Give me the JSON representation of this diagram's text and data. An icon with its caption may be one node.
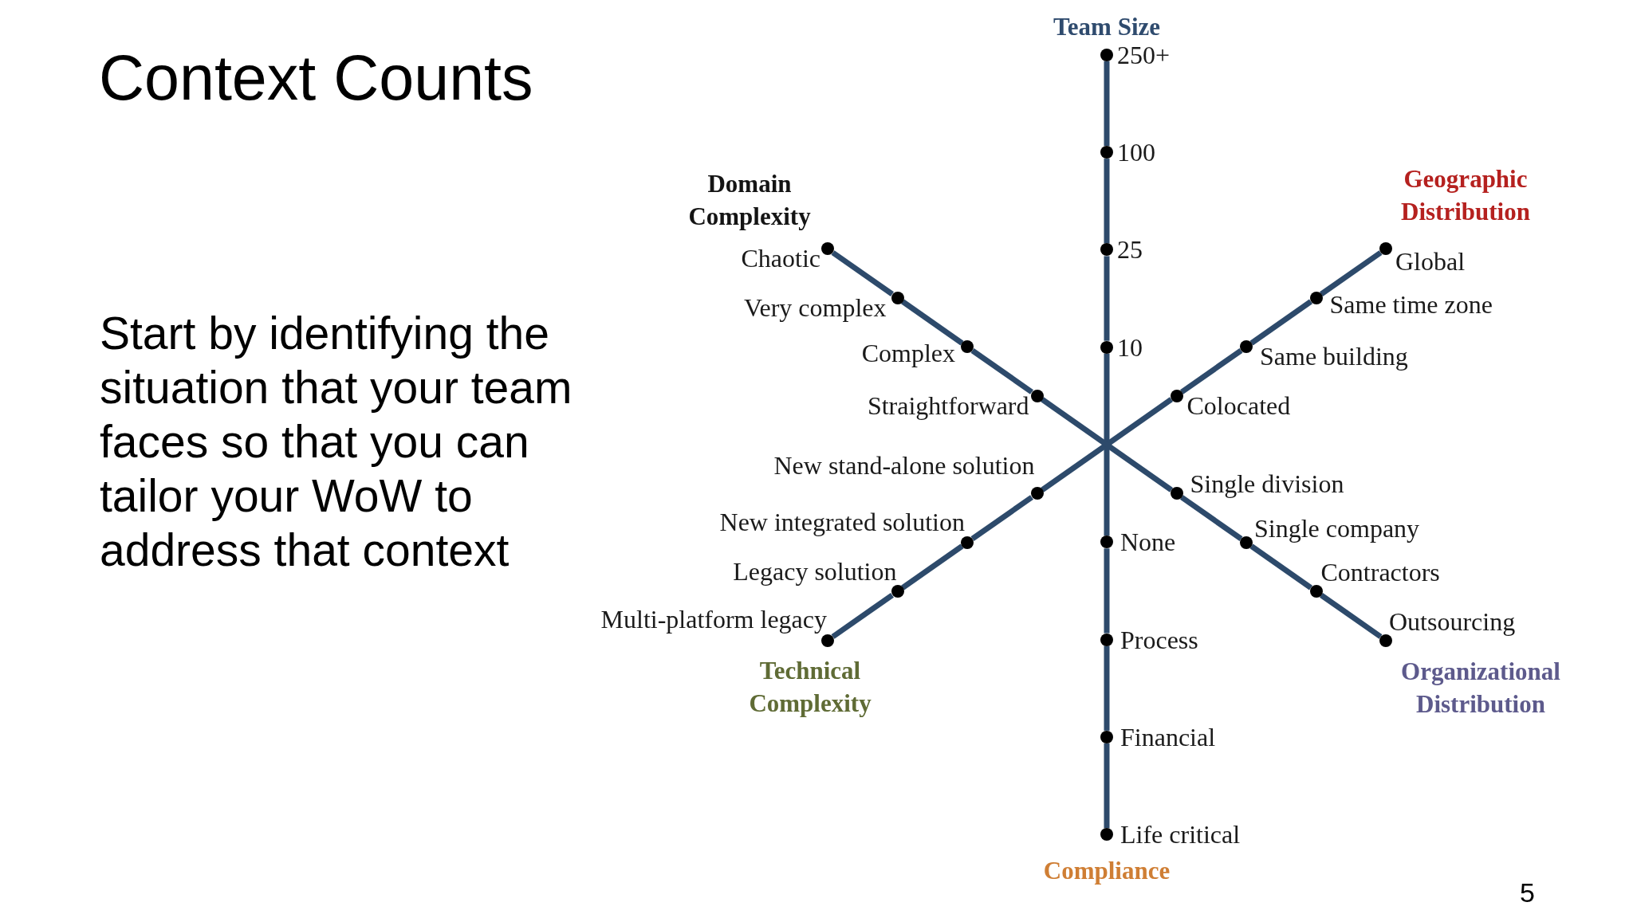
{
  "diagram": {
    "title": "Context Counts",
    "nodes": [
      {
        "text": [],
        "shape": "circle",
        "beside": [
          "250+"
        ]
      },
      {
        "text": [],
        "shape": "circle",
        "beside": [
          "100"
        ]
      },
      {
        "text": [],
        "shape": "circle",
        "beside": [
          "25"
        ]
      },
      {
        "text": [],
        "shape": "circle",
        "beside": [
          "10"
        ]
      },
      {
        "text": [],
        "shape": "circle",
        "beside": [
          "Global"
        ]
      },
      {
        "text": [],
        "shape": "circle",
        "beside": [
          "Same time zone"
        ]
      },
      {
        "text": [],
        "shape": "circle",
        "beside": [
          "Same building"
        ]
      },
      {
        "text": [],
        "shape": "circle",
        "beside": [
          "Colocated"
        ]
      },
      {
        "text": [],
        "shape": "circle",
        "beside": [
          "Chaotic"
        ]
      },
      {
        "text": [],
        "shape": "circle",
        "beside": [
          "Very complex"
        ]
      },
      {
        "text": [],
        "shape": "circle",
        "beside": [
          "Complex"
        ]
      },
      {
        "text": [],
        "shape": "circle",
        "beside": [
          "Straightforward"
        ]
      },
      {
        "text": [],
        "shape": "circle",
        "beside": [
          "New stand-alone solution"
        ]
      },
      {
        "text": [],
        "shape": "circle",
        "beside": [
          "New integrated solution"
        ]
      },
      {
        "text": [],
        "shape": "circle",
        "beside": [
          "Legacy solution"
        ]
      },
      {
        "text": [],
        "shape": "circle",
        "beside": [
          "Multi-platform legacy"
        ]
      },
      {
        "text": [],
        "shape": "circle",
        "beside": [
          "Single division"
        ]
      },
      {
        "text": [],
        "shape": "circle",
        "beside": [
          "Single company"
        ]
      },
      {
        "text": [],
        "shape": "circle",
        "beside": [
          "Contractors"
        ]
      },
      {
        "text": [],
        "shape": "circle",
        "beside": [
          "Outsourcing"
        ]
      },
      {
        "text": [],
        "shape": "circle",
        "beside": [
          "None"
        ]
      },
      {
        "text": [],
        "shape": "circle",
        "beside": [
          "Process"
        ]
      },
      {
        "text": [],
        "shape": "circle",
        "beside": [
          "Financial"
        ]
      },
      {
        "text": [],
        "shape": "circle",
        "beside": [
          "Life critical"
        ]
      }
    ],
    "edges": [
      {
        "from": 0,
        "to": 1,
        "arrow": "none"
      },
      {
        "from": 1,
        "to": 2,
        "arrow": "none"
      },
      {
        "from": 2,
        "to": 3,
        "arrow": "none"
      },
      {
        "from": 3,
        "to": 20,
        "arrow": "none"
      },
      {
        "from": 20,
        "to": 21,
        "arrow": "none"
      },
      {
        "from": 21,
        "to": 22,
        "arrow": "none"
      },
      {
        "from": 22,
        "to": 23,
        "arrow": "none"
      },
      {
        "from": 4,
        "to": 5,
        "arrow": "none"
      },
      {
        "from": 5,
        "to": 6,
        "arrow": "none"
      },
      {
        "from": 6,
        "to": 7,
        "arrow": "none"
      },
      {
        "from": 7,
        "to": 12,
        "arrow": "none"
      },
      {
        "from": 12,
        "to": 13,
        "arrow": "none"
      },
      {
        "from": 13,
        "to": 14,
        "arrow": "none"
      },
      {
        "from": 14,
        "to": 15,
        "arrow": "none"
      },
      {
        "from": 8,
        "to": 9,
        "arrow": "none"
      },
      {
        "from": 9,
        "to": 10,
        "arrow": "none"
      },
      {
        "from": 10,
        "to": 11,
        "arrow": "none"
      },
      {
        "from": 11,
        "to": 16,
        "arrow": "none"
      },
      {
        "from": 16,
        "to": 17,
        "arrow": "none"
      },
      {
        "from": 17,
        "to": 18,
        "arrow": "none"
      },
      {
        "from": 18,
        "to": 19,
        "arrow": "none"
      }
    ],
    "labels": [
      "Team Size",
      "Domain Complexity",
      "Geographic Distribution",
      "Start by identifying the situation that your team faces so that you can tailor your WoW to address that context",
      "Technical Complexity",
      "Organizational Distribution",
      "Compliance",
      "5"
    ]
  }
}
